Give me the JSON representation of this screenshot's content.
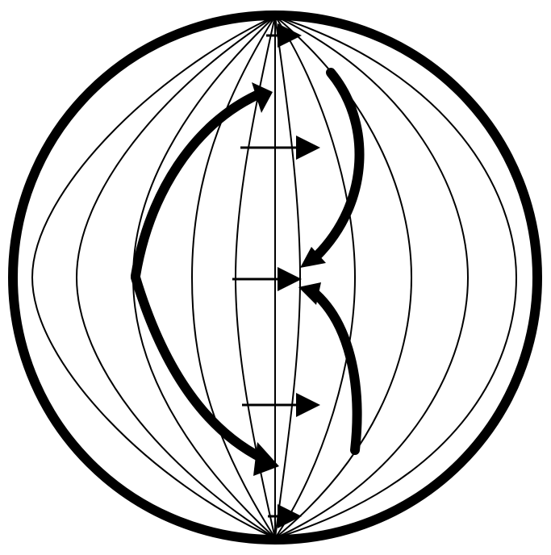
{
  "diagram": {
    "kind": "sphere with meridian lines and flow arrows",
    "stroke_color": "#000000",
    "background_color": "#ffffff",
    "meridian_count": 11,
    "straight_arrow_count": 5,
    "curved_arrow_count": 4
  }
}
